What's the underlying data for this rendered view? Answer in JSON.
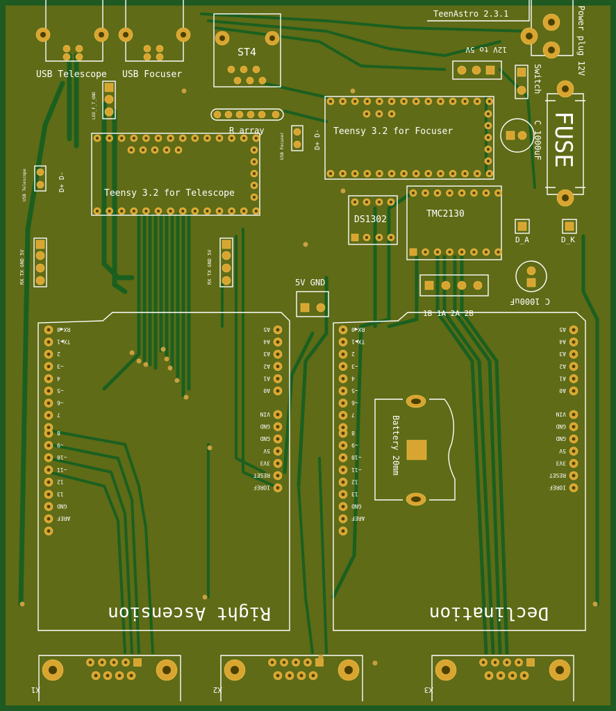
{
  "board": {
    "title": "TeenAstro 2.3.1",
    "colors": {
      "background": "#1e5a22",
      "copper_fill": "#5f6b16",
      "track": "#1b5f20",
      "pad": "#d9a531",
      "silkscreen": "#ffffff"
    }
  },
  "labels": {
    "usb_telescope": "USB Telescope",
    "usb_focuser": "USB Focuser",
    "st4": "ST4",
    "r_array": "R array",
    "teensy_telescope": "Teensy 3.2 for Telescope",
    "teensy_focuser": "Teensy 3.2 for Focuser",
    "ds1302": "DS1302",
    "tmc2130": "TMC2130",
    "power_plug": "Power plug 12V",
    "switch": "Switch",
    "fuse": "FUSE",
    "v12_to_5": "12V to 5V",
    "c1000_top": "C 1000uF",
    "c1000_bottom": "C 1000uF",
    "d_a": "D_A",
    "d_k": "D_K",
    "five_v_gnd": "5V GND",
    "motor_pins": "1B 1A 2A 2B",
    "battery": "Battery 20mm",
    "right_ascension": "Right Ascension",
    "declination": "Declination",
    "x1": "X1",
    "x2": "X2",
    "x3": "X3",
    "dplus_dminus_left": "D+ D-",
    "dplus_dminus_right": "D+ D-",
    "usb_telescope_small": "USB Telescope",
    "usb_focuser_small": "USB Focuser",
    "led_f_t_gnd": "LED_F_T_GND",
    "rx_tx_gnd_left": "RX TX GND 5V",
    "rx_tx_gnd_right": "RX TX GND 5V"
  },
  "arduino_left_pins": [
    "RX◀0",
    "TX▶1",
    "2",
    "~3",
    "4",
    "~5",
    "~6",
    "7",
    "8",
    "~9",
    "~10",
    "~11",
    "12",
    "13",
    "GND",
    "AREF"
  ],
  "arduino_right_pins": [
    "A5",
    "A4",
    "A3",
    "A2",
    "A1",
    "A0",
    "VIN",
    "GND",
    "GND",
    "5V",
    "3V3",
    "RESET",
    "IOREF"
  ]
}
